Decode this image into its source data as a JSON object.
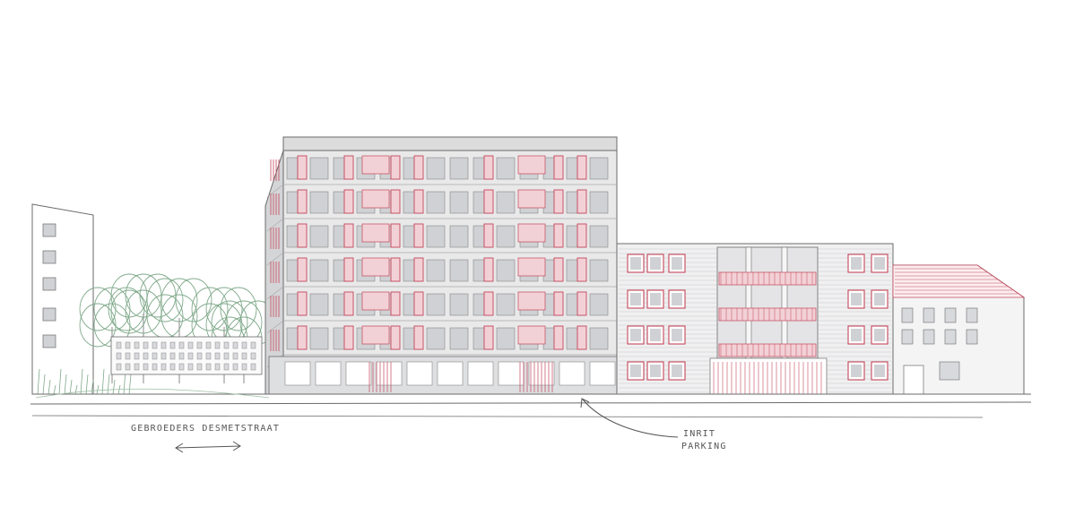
{
  "labels": {
    "street": "GEBROEDERS DESMETSTRAAT",
    "entry": "INRIT",
    "parking": "PARKING"
  },
  "colors": {
    "ink": "#6b6b6b",
    "accent": "#c4465a",
    "accent_fill": "#f2d1d6",
    "wall": "#e9e9ea",
    "glass": "#cfd1d4",
    "tree": "#7fa98a"
  }
}
